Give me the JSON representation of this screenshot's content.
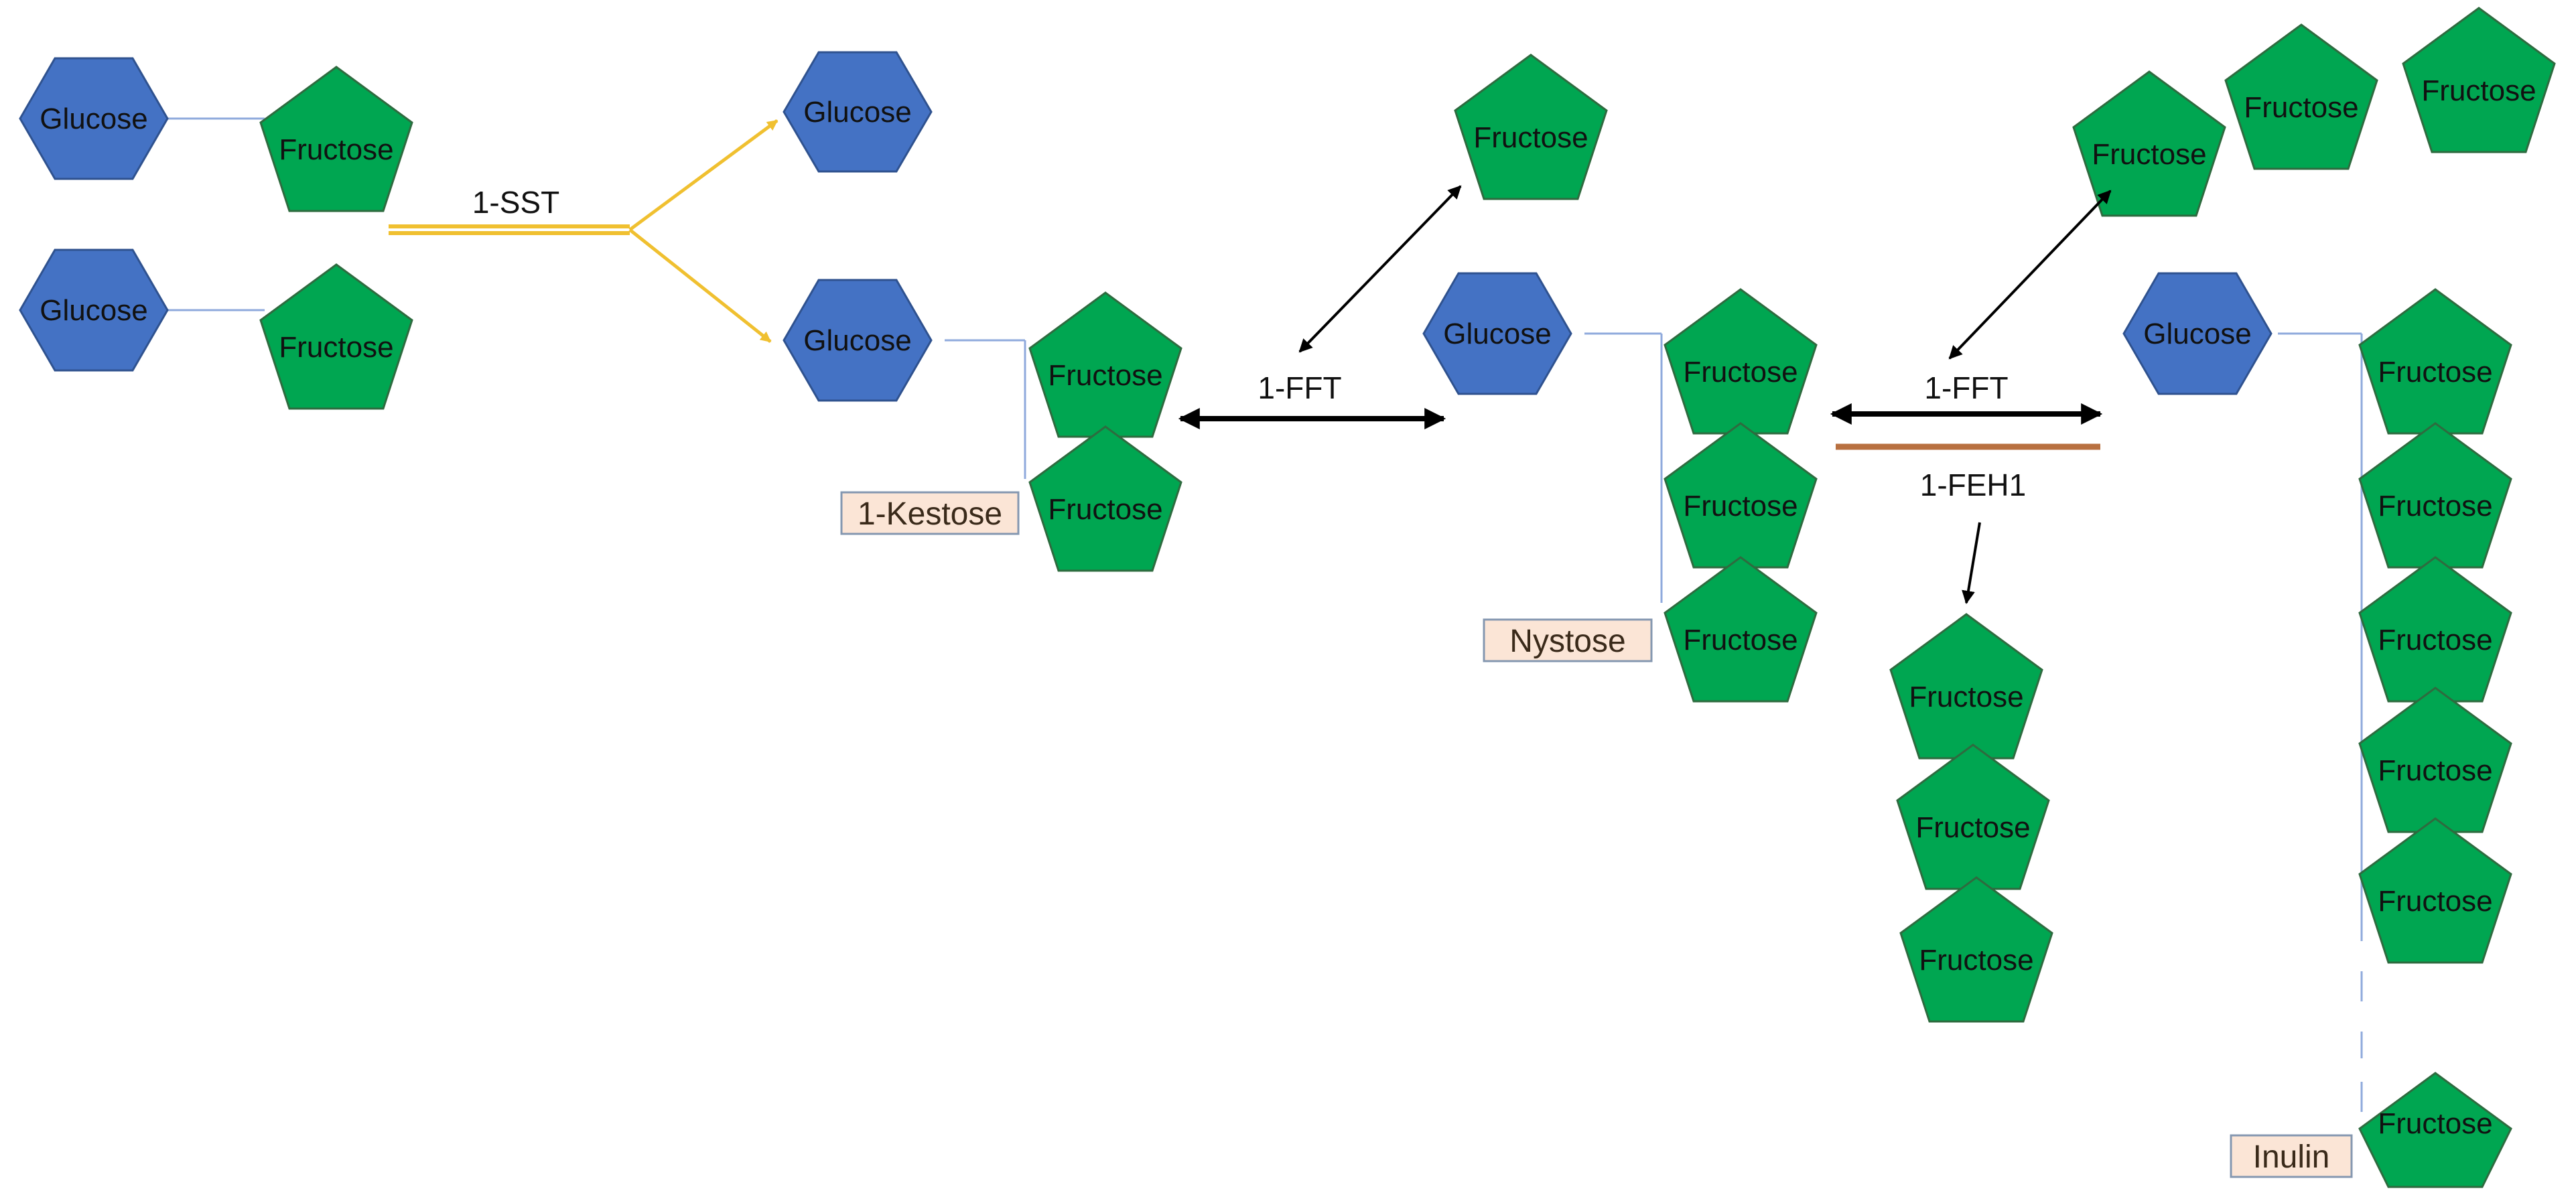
{
  "colors": {
    "glucose_fill": "#4472c4",
    "glucose_stroke": "#2f528f",
    "fructose_fill": "#00a651",
    "fructose_stroke": "#2e6b3f",
    "bond": "#8faadc",
    "sst_arrow": "#f0c030",
    "fft_arrow": "#000000",
    "feh_arrow": "#b87040",
    "label_box_fill": "#fbe5d6",
    "label_box_stroke": "#8497b0"
  },
  "labels": {
    "glucose": "Glucose",
    "fructose": "Fructose"
  },
  "enzymes": {
    "sst": "1-SST",
    "fft_1": "1-FFT",
    "fft_2": "1-FFT",
    "feh": "1-FEH1"
  },
  "products": {
    "kestose": "1-Kestose",
    "nystose": "Nystose",
    "inulin": "Inulin"
  }
}
